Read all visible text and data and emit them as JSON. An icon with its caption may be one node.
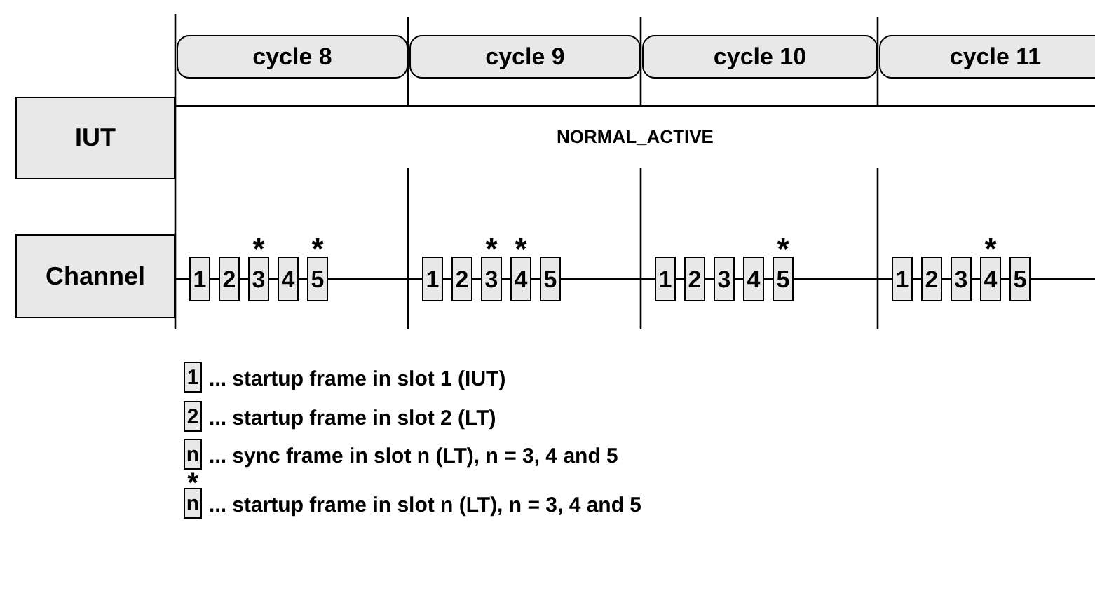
{
  "diagram": {
    "nodes": [
      {
        "text": [
          "cycle 8"
        ]
      },
      {
        "text": [
          "cycle 9"
        ]
      },
      {
        "text": [
          "cycle 10"
        ]
      },
      {
        "text": [
          "cycle 11"
        ]
      },
      {
        "text": [
          "IUT"
        ]
      },
      {
        "text": [
          "NORMAL_ACTIVE"
        ]
      },
      {
        "text": [
          "Channel"
        ]
      },
      {
        "text": [
          "1"
        ]
      },
      {
        "text": [
          "2"
        ]
      },
      {
        "text": [
          "3"
        ],
        "beside": [
          "*"
        ]
      },
      {
        "text": [
          "4"
        ]
      },
      {
        "text": [
          "5"
        ],
        "beside": [
          "*"
        ]
      },
      {
        "text": [
          "1"
        ]
      },
      {
        "text": [
          "2"
        ]
      },
      {
        "text": [
          "3"
        ],
        "beside": [
          "*"
        ]
      },
      {
        "text": [
          "4"
        ],
        "beside": [
          "*"
        ]
      },
      {
        "text": [
          "5"
        ]
      },
      {
        "text": [
          "1"
        ]
      },
      {
        "text": [
          "2"
        ]
      },
      {
        "text": [
          "3"
        ]
      },
      {
        "text": [
          "4"
        ]
      },
      {
        "text": [
          "5"
        ],
        "beside": [
          "*"
        ]
      },
      {
        "text": [
          "1"
        ]
      },
      {
        "text": [
          "2"
        ]
      },
      {
        "text": [
          "3"
        ]
      },
      {
        "text": [
          "4"
        ],
        "beside": [
          "*"
        ]
      },
      {
        "text": [
          "5"
        ]
      },
      {
        "text": [
          "1"
        ],
        "beside": [
          "... startup frame in slot 1 (IUT)"
        ]
      },
      {
        "text": [
          "2"
        ],
        "beside": [
          "... startup frame in slot 2 (LT)"
        ]
      },
      {
        "text": [
          "n"
        ],
        "beside": [
          "... sync frame in slot n (LT), n = 3, 4 and 5"
        ]
      },
      {
        "text": [
          "n"
        ],
        "beside": [
          "*",
          "... startup frame in slot n (LT), n = 3, 4 and 5"
        ]
      }
    ],
    "edges": [
      {
        "from": 6,
        "to": 7,
        "arrow": "none"
      },
      {
        "from": 7,
        "to": 8,
        "arrow": "none"
      },
      {
        "from": 8,
        "to": 9,
        "arrow": "none"
      },
      {
        "from": 9,
        "to": 10,
        "arrow": "none"
      },
      {
        "from": 10,
        "to": 11,
        "arrow": "none"
      },
      {
        "from": 11,
        "to": 12,
        "arrow": "none"
      },
      {
        "from": 12,
        "to": 13,
        "arrow": "none"
      },
      {
        "from": 13,
        "to": 14,
        "arrow": "none"
      },
      {
        "from": 14,
        "to": 15,
        "arrow": "none"
      },
      {
        "from": 15,
        "to": 16,
        "arrow": "none"
      },
      {
        "from": 16,
        "to": 17,
        "arrow": "none"
      },
      {
        "from": 17,
        "to": 18,
        "arrow": "none"
      },
      {
        "from": 18,
        "to": 19,
        "arrow": "none"
      },
      {
        "from": 19,
        "to": 20,
        "arrow": "none"
      },
      {
        "from": 20,
        "to": 21,
        "arrow": "none"
      },
      {
        "from": 21,
        "to": 22,
        "arrow": "none"
      },
      {
        "from": 22,
        "to": 23,
        "arrow": "none"
      },
      {
        "from": 23,
        "to": 24,
        "arrow": "none"
      },
      {
        "from": 24,
        "to": 25,
        "arrow": "none"
      },
      {
        "from": 25,
        "to": 26,
        "arrow": "none"
      },
      {
        "from": 26,
        "to": null,
        "arrow": "none"
      }
    ]
  }
}
